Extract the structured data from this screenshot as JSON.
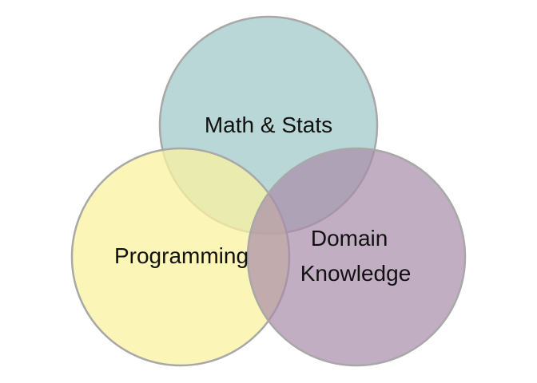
{
  "diagram": {
    "type": "venn",
    "sets": [
      {
        "id": "math",
        "label_lines": [
          "Math & Stats"
        ],
        "color": "#a3c9c9",
        "opacity": 0.75
      },
      {
        "id": "programming",
        "label_lines": [
          "Programming"
        ],
        "color": "#faf2a0",
        "opacity": 0.75
      },
      {
        "id": "domain",
        "label_lines": [
          "Domain",
          "Knowledge"
        ],
        "color": "#a88ba8",
        "opacity": 0.7
      }
    ],
    "stroke_color": "#a8a8a8",
    "text_color": "#111111"
  }
}
